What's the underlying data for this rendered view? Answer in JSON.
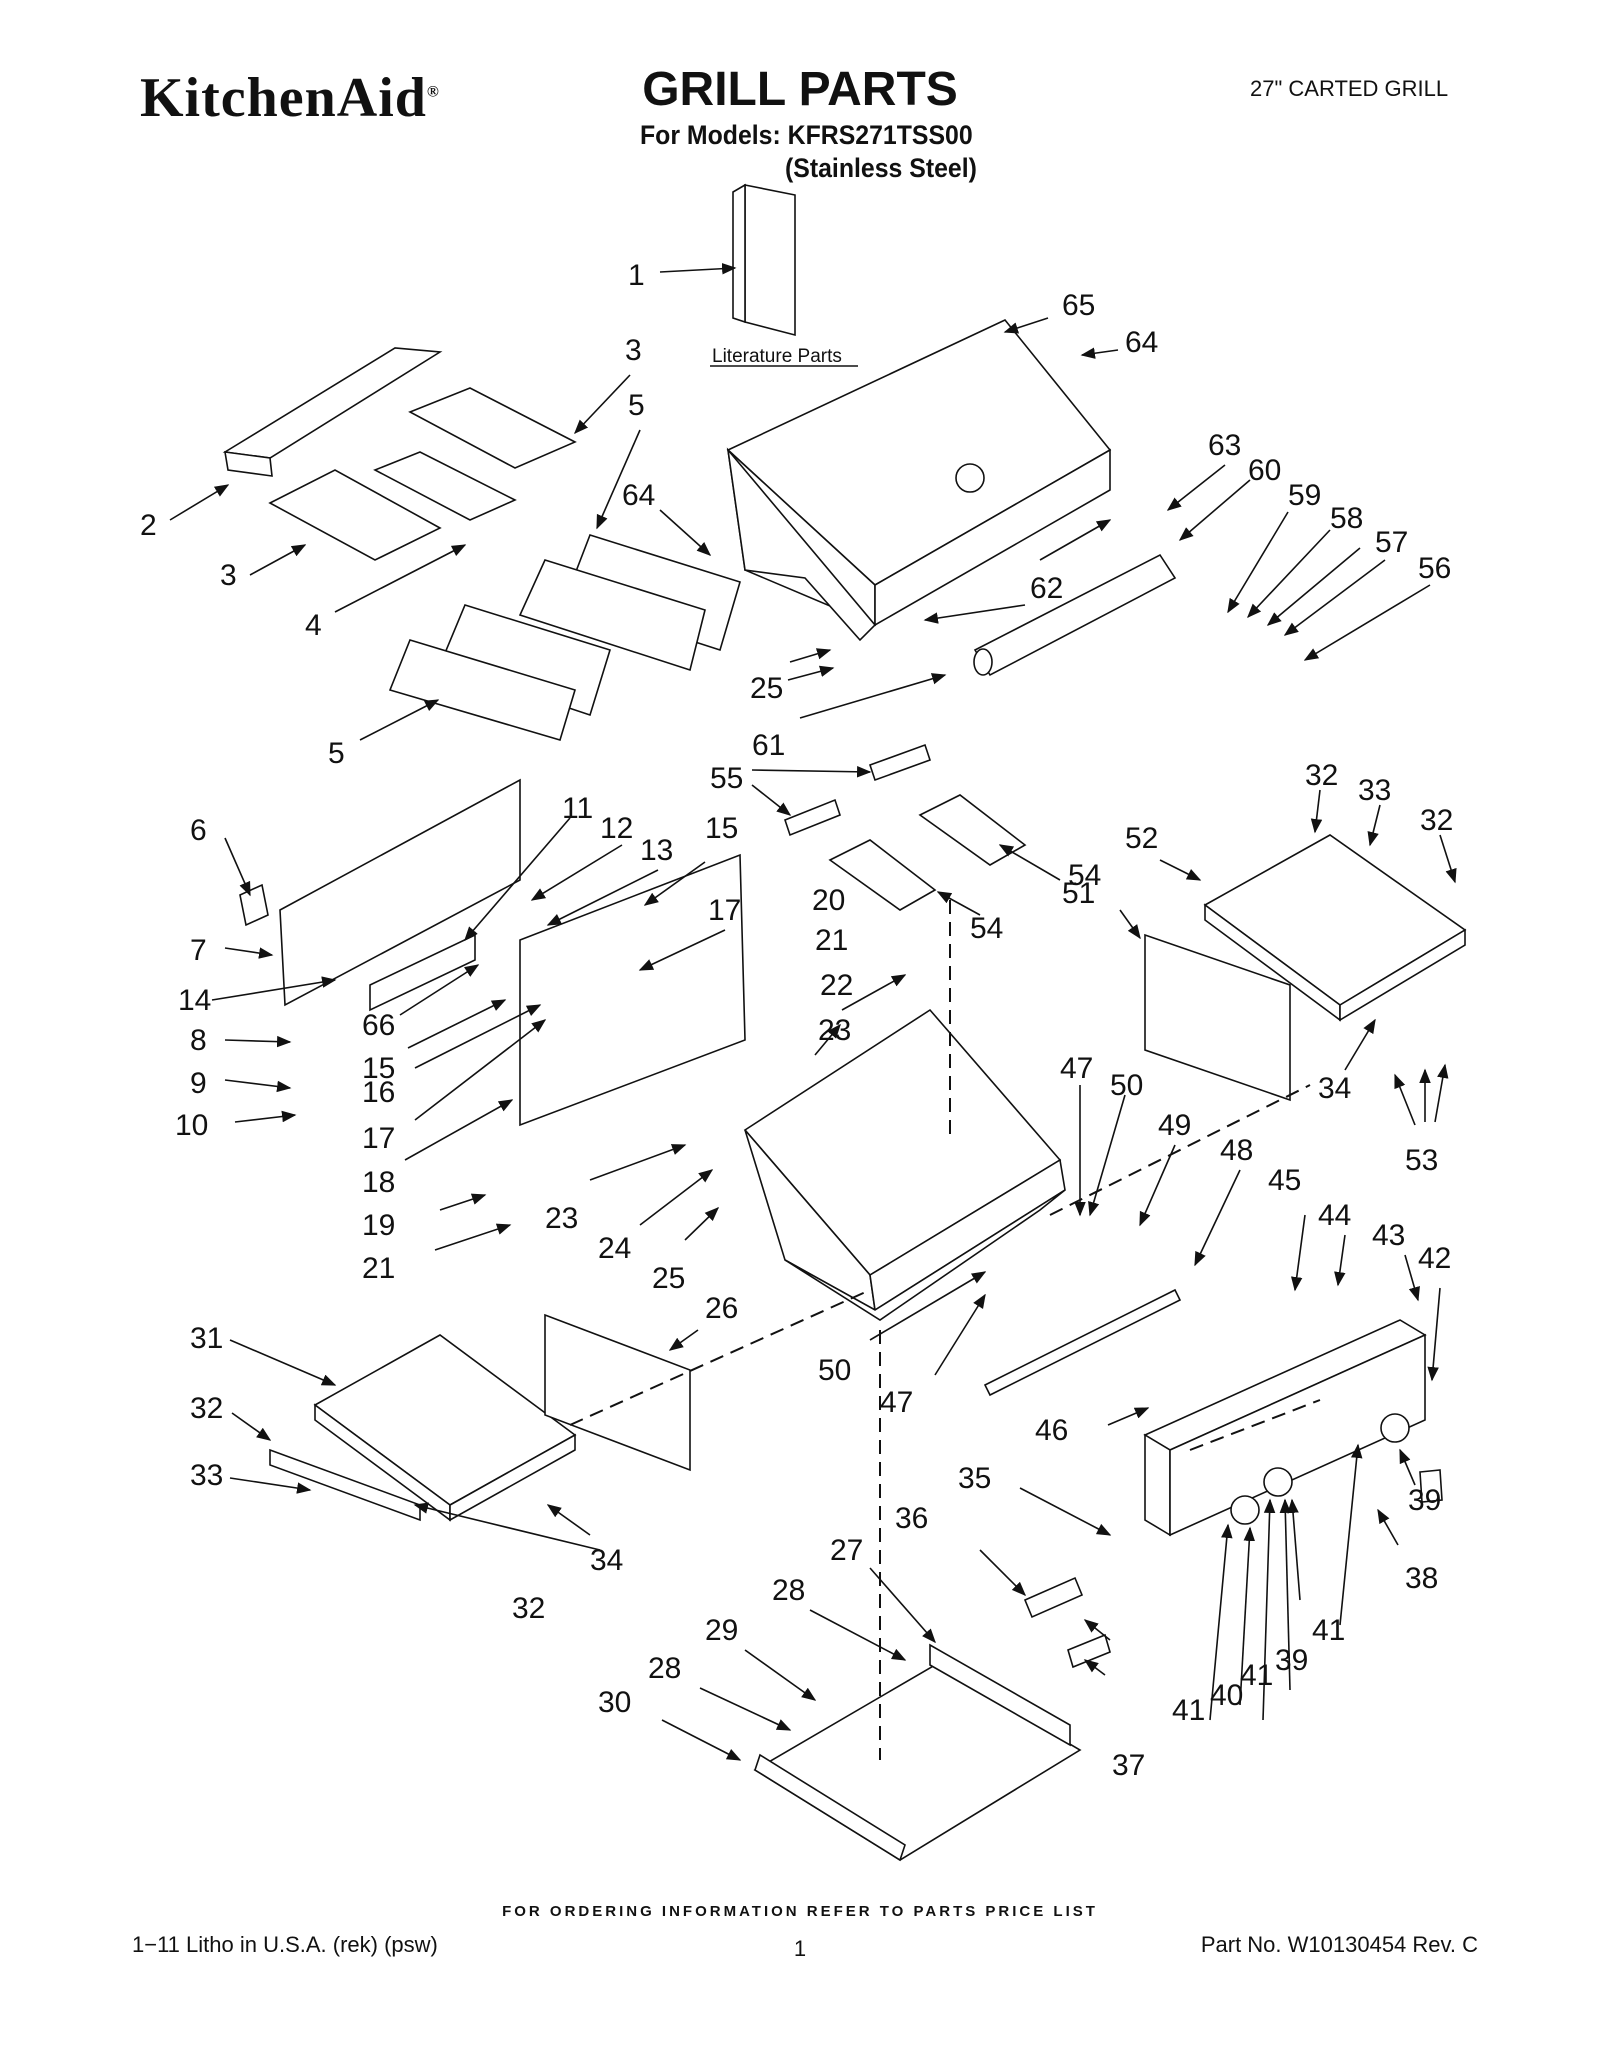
{
  "header": {
    "brand": "KitchenAid",
    "brand_mark": "®",
    "title": "GRILL PARTS",
    "models_line": "For Models: KFRS271TSS00",
    "finish": "(Stainless Steel)",
    "model_name": "27\" CARTED GRILL"
  },
  "literature_label": "Literature Parts",
  "callouts": [
    {
      "id": "c1",
      "text": "1"
    },
    {
      "id": "c2",
      "text": "2"
    },
    {
      "id": "c3a",
      "text": "3"
    },
    {
      "id": "c3b",
      "text": "3"
    },
    {
      "id": "c4",
      "text": "4"
    },
    {
      "id": "c5a",
      "text": "5"
    },
    {
      "id": "c5b",
      "text": "5"
    },
    {
      "id": "c6",
      "text": "6"
    },
    {
      "id": "c7",
      "text": "7"
    },
    {
      "id": "c8",
      "text": "8"
    },
    {
      "id": "c9",
      "text": "9"
    },
    {
      "id": "c10",
      "text": "10"
    },
    {
      "id": "c11",
      "text": "11"
    },
    {
      "id": "c12",
      "text": "12"
    },
    {
      "id": "c13",
      "text": "13"
    },
    {
      "id": "c14",
      "text": "14"
    },
    {
      "id": "c15a",
      "text": "15"
    },
    {
      "id": "c15b",
      "text": "15"
    },
    {
      "id": "c16",
      "text": "16"
    },
    {
      "id": "c17a",
      "text": "17"
    },
    {
      "id": "c17b",
      "text": "17"
    },
    {
      "id": "c18",
      "text": "18"
    },
    {
      "id": "c19",
      "text": "19"
    },
    {
      "id": "c20",
      "text": "20"
    },
    {
      "id": "c21a",
      "text": "21"
    },
    {
      "id": "c21b",
      "text": "21"
    },
    {
      "id": "c22",
      "text": "22"
    },
    {
      "id": "c23a",
      "text": "23"
    },
    {
      "id": "c23b",
      "text": "23"
    },
    {
      "id": "c24",
      "text": "24"
    },
    {
      "id": "c25a",
      "text": "25"
    },
    {
      "id": "c25b",
      "text": "25"
    },
    {
      "id": "c26",
      "text": "26"
    },
    {
      "id": "c27",
      "text": "27"
    },
    {
      "id": "c28a",
      "text": "28"
    },
    {
      "id": "c28b",
      "text": "28"
    },
    {
      "id": "c29",
      "text": "29"
    },
    {
      "id": "c30",
      "text": "30"
    },
    {
      "id": "c31",
      "text": "31"
    },
    {
      "id": "c32a",
      "text": "32"
    },
    {
      "id": "c32b",
      "text": "32"
    },
    {
      "id": "c32c",
      "text": "32"
    },
    {
      "id": "c32d",
      "text": "32"
    },
    {
      "id": "c33a",
      "text": "33"
    },
    {
      "id": "c33b",
      "text": "33"
    },
    {
      "id": "c34a",
      "text": "34"
    },
    {
      "id": "c34b",
      "text": "34"
    },
    {
      "id": "c35",
      "text": "35"
    },
    {
      "id": "c36",
      "text": "36"
    },
    {
      "id": "c37",
      "text": "37"
    },
    {
      "id": "c38",
      "text": "38"
    },
    {
      "id": "c39a",
      "text": "39"
    },
    {
      "id": "c39b",
      "text": "39"
    },
    {
      "id": "c40",
      "text": "40"
    },
    {
      "id": "c41a",
      "text": "41"
    },
    {
      "id": "c41b",
      "text": "41"
    },
    {
      "id": "c41c",
      "text": "41"
    },
    {
      "id": "c42",
      "text": "42"
    },
    {
      "id": "c43",
      "text": "43"
    },
    {
      "id": "c44",
      "text": "44"
    },
    {
      "id": "c45",
      "text": "45"
    },
    {
      "id": "c46",
      "text": "46"
    },
    {
      "id": "c47a",
      "text": "47"
    },
    {
      "id": "c47b",
      "text": "47"
    },
    {
      "id": "c48",
      "text": "48"
    },
    {
      "id": "c49",
      "text": "49"
    },
    {
      "id": "c50a",
      "text": "50"
    },
    {
      "id": "c50b",
      "text": "50"
    },
    {
      "id": "c51",
      "text": "51"
    },
    {
      "id": "c52",
      "text": "52"
    },
    {
      "id": "c53",
      "text": "53"
    },
    {
      "id": "c54a",
      "text": "54"
    },
    {
      "id": "c54b",
      "text": "54"
    },
    {
      "id": "c55",
      "text": "55"
    },
    {
      "id": "c56",
      "text": "56"
    },
    {
      "id": "c57",
      "text": "57"
    },
    {
      "id": "c58",
      "text": "58"
    },
    {
      "id": "c59",
      "text": "59"
    },
    {
      "id": "c60",
      "text": "60"
    },
    {
      "id": "c61",
      "text": "61"
    },
    {
      "id": "c62",
      "text": "62"
    },
    {
      "id": "c63",
      "text": "63"
    },
    {
      "id": "c64a",
      "text": "64"
    },
    {
      "id": "c64b",
      "text": "64"
    },
    {
      "id": "c65",
      "text": "65"
    },
    {
      "id": "c66",
      "text": "66"
    }
  ],
  "footer": {
    "ordering_note": "FOR ORDERING INFORMATION REFER TO PARTS PRICE LIST",
    "litho": "1−11 Litho in U.S.A. (rek)  (psw)",
    "page": "1",
    "part_number": "Part No. W10130454 Rev. C"
  }
}
